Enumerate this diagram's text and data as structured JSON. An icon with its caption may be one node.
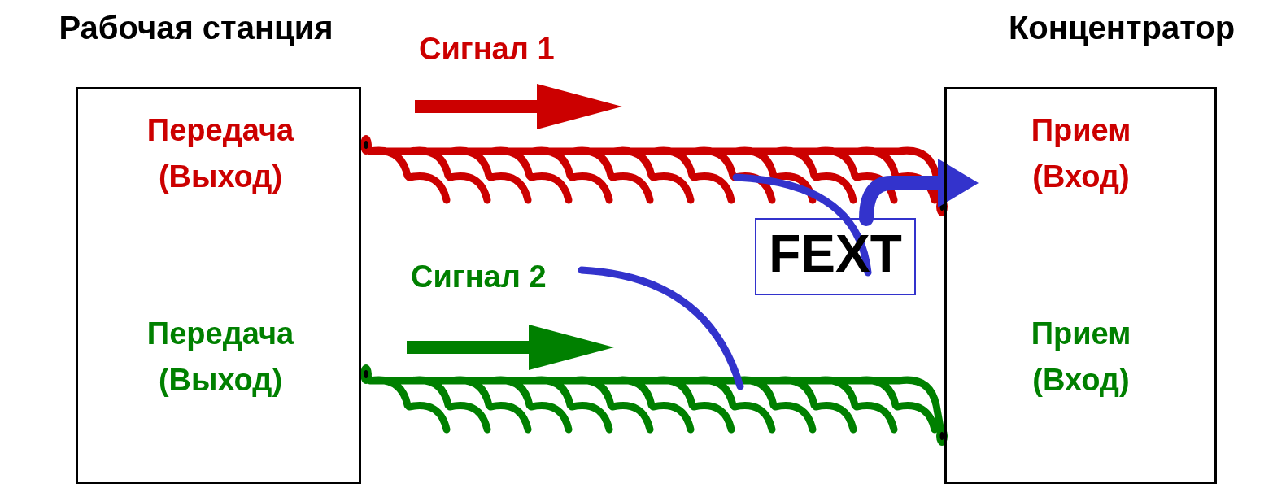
{
  "diagram": {
    "nodes": [
      {
        "text": [
          "Рабочая станция",
          "Передача (Выход)",
          "Передача (Выход)"
        ]
      },
      {
        "text": [
          "Концентратор",
          "Прием (Вход)",
          "Прием (Вход)"
        ]
      },
      {
        "text": [
          "FEXT"
        ]
      },
      {
        "text": [
          "Сигнал 2"
        ]
      }
    ],
    "edges": [
      {
        "from": 0,
        "to": 1,
        "arrow": "other",
        "color": "#cc0000"
      },
      {
        "from": 0,
        "to": 1,
        "arrow": "other",
        "color": "#008000"
      },
      {
        "from": 2,
        "to": 1,
        "arrow": "to",
        "style": "thick",
        "color": "#3333cc"
      },
      {
        "from": null,
        "to": 2,
        "arrow": "none",
        "color": "#3333cc"
      },
      {
        "from": 3,
        "to": null,
        "arrow": "none",
        "color": "#3333cc"
      }
    ],
    "labels": [
      "Сигнал 1"
    ]
  }
}
